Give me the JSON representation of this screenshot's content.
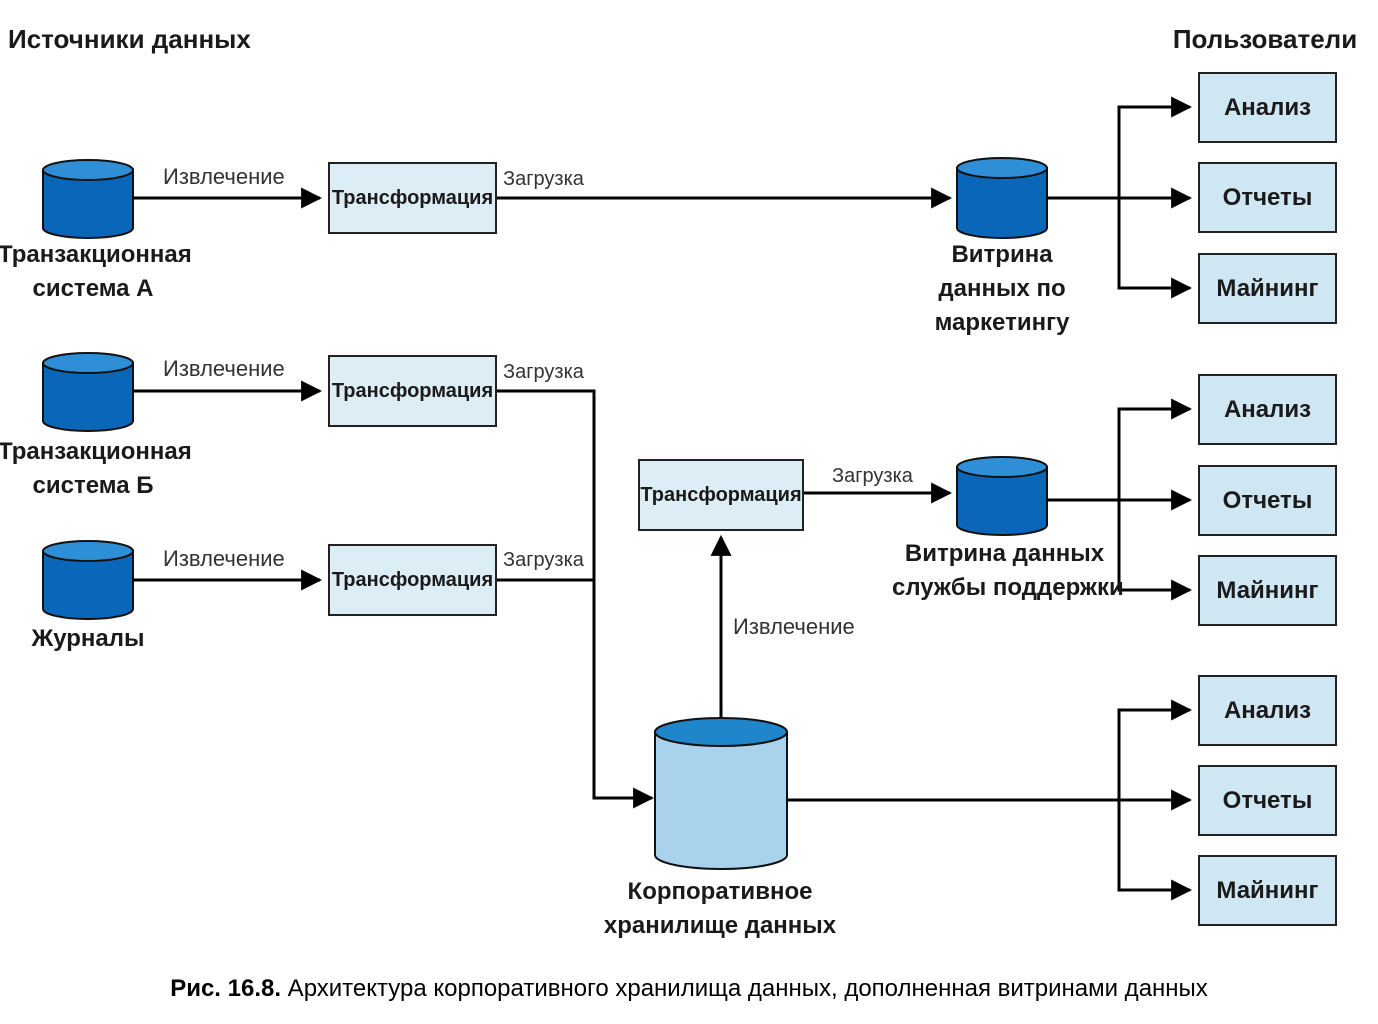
{
  "headers": {
    "sources": "Источники данных",
    "users": "Пользователи"
  },
  "sources": [
    {
      "label_line1": "Транзакционная",
      "label_line2": "система А"
    },
    {
      "label_line1": "Транзакционная",
      "label_line2": "система Б"
    },
    {
      "label_line1": "Журналы",
      "label_line2": ""
    }
  ],
  "edge_labels": {
    "extract": "Извлечение",
    "load": "Загрузка"
  },
  "transform_label": "Трансформация",
  "marts": {
    "marketing": {
      "line1": "Витрина",
      "line2": "данных по",
      "line3": "маркетингу"
    },
    "support": {
      "line1": "Витрина данных",
      "line2": "службы поддержки"
    }
  },
  "warehouse": {
    "line1": "Корпоративное",
    "line2": "хранилище данных"
  },
  "user_groups": [
    [
      "Анализ",
      "Отчеты",
      "Майнинг"
    ],
    [
      "Анализ",
      "Отчеты",
      "Майнинг"
    ],
    [
      "Анализ",
      "Отчеты",
      "Майнинг"
    ]
  ],
  "caption": {
    "number": "Рис. 16.8.",
    "text": " Архитектура корпоративного хранилища данных, дополненная витринами данных"
  },
  "colors": {
    "db_dark": "#0a66b8",
    "db_dark_top": "#2f8fd6",
    "db_light": "#a9d3ec",
    "db_light_top": "#1f86cc",
    "box_fill": "#dcedf6",
    "line": "#000000"
  }
}
